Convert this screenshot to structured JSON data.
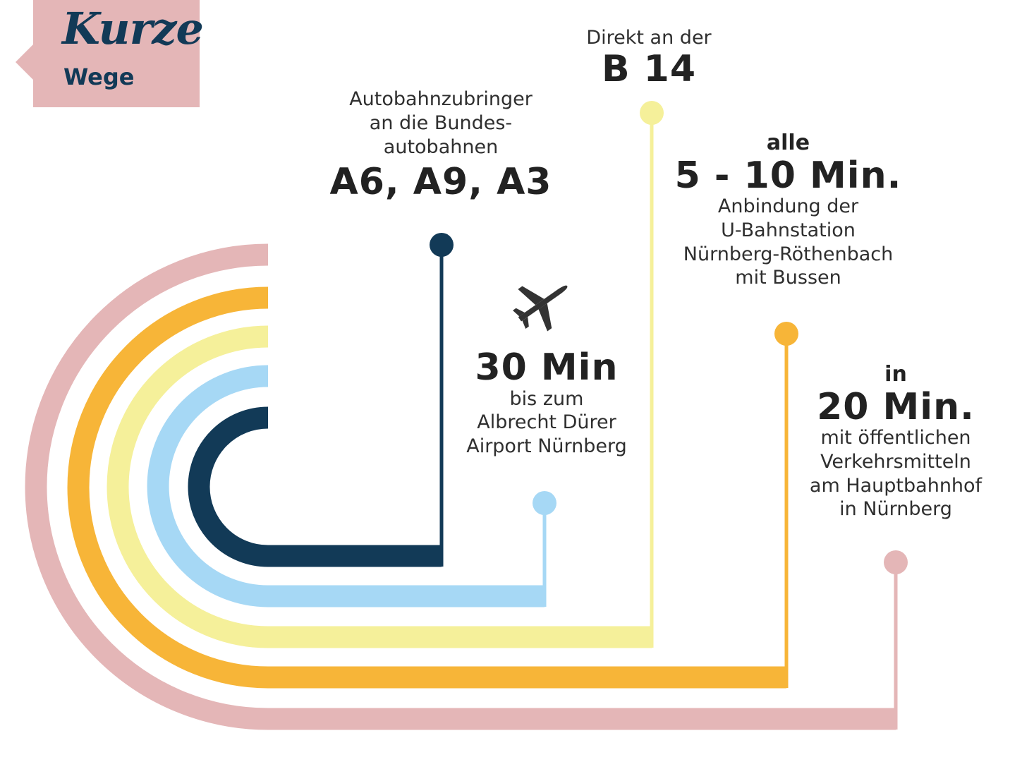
{
  "badge": {
    "title": "Kurze",
    "subtitle": "Wege"
  },
  "colors": {
    "pink": "#e4b6b7",
    "orange": "#f7b538",
    "yellow": "#f5f09a",
    "light_blue": "#a6d8f5",
    "navy": "#123a57",
    "text": "#2b2b2b"
  },
  "icons": {
    "plane": "airplane-icon"
  },
  "items": {
    "autobahn": {
      "lines": [
        "Autobahnzubringer",
        "an die Bundes-",
        "autobahnen"
      ],
      "highlight": "A6, A9, A3"
    },
    "b14": {
      "pre": "Direkt an der",
      "highlight": "B 14"
    },
    "ubahn": {
      "pre": "alle",
      "highlight": "5 - 10 Min.",
      "lines": [
        "Anbindung der",
        "U-Bahnstation",
        "Nürnberg-Röthenbach",
        "mit Bussen"
      ]
    },
    "airport": {
      "highlight": "30 Min",
      "lines": [
        "bis zum",
        "Albrecht Dürer",
        "Airport Nürnberg"
      ]
    },
    "hbf": {
      "pre": "in",
      "highlight": "20 Min.",
      "lines": [
        "mit öffentlichen",
        "Verkehrsmitteln",
        "am Hauptbahnhof",
        "in Nürnberg"
      ]
    }
  }
}
